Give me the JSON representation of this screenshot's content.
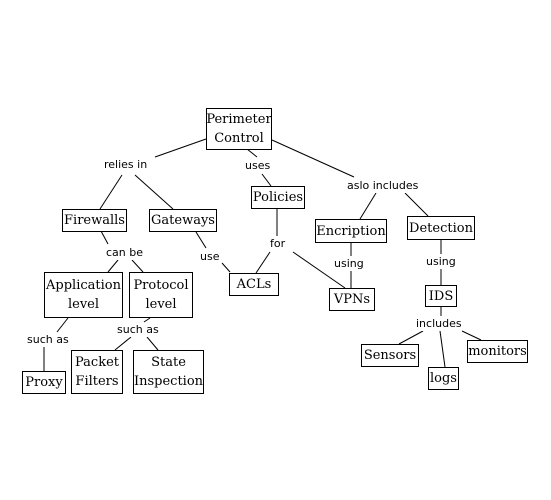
{
  "concepts": {
    "perimeter": "Perimeter\nControl",
    "firewalls": "Firewalls",
    "gateways": "Gateways",
    "policies": "Policies",
    "encription": "Encription",
    "detection": "Detection",
    "application": "Application\nlevel",
    "protocol": "Protocol\nlevel",
    "acls": "ACLs",
    "vpns": "VPNs",
    "ids": "IDS",
    "packet": "Packet\nFilters",
    "state": "State\nInspection",
    "proxy": "Proxy",
    "sensors": "Sensors",
    "logs": "logs",
    "monitors": "monitors"
  },
  "links": {
    "relies_in": "relies in",
    "uses": "uses",
    "also_includes": "aslo includes",
    "can_be": "can be",
    "use": "use",
    "for": "for",
    "using_enc": "using",
    "using_det": "using",
    "such_as_app": "such as",
    "such_as_proto": "such as",
    "includes": "includes"
  }
}
